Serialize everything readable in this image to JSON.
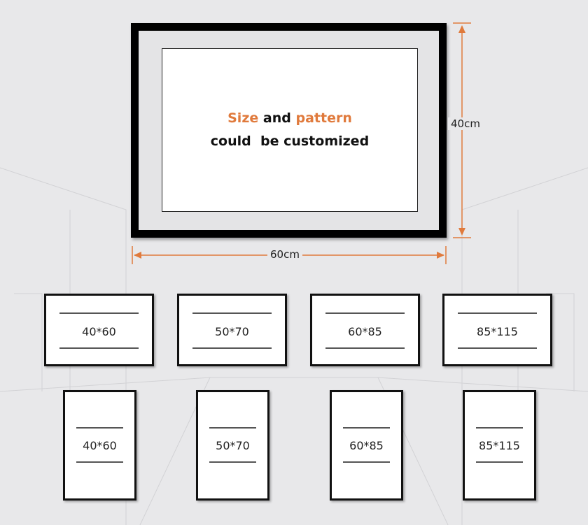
{
  "frame": {
    "line1": {
      "word1": "Size",
      "word2": "and",
      "word3": "pattern"
    },
    "line2": "could  be customized",
    "height_label": "40cm",
    "width_label": "60cm"
  },
  "colors": {
    "accent": "#e07a3c",
    "frame": "#000000",
    "mat": "#e4e4e6"
  },
  "landscape_sizes": [
    "40*60",
    "50*70",
    "60*85",
    "85*115"
  ],
  "portrait_sizes": [
    "40*60",
    "50*70",
    "60*85",
    "85*115"
  ]
}
